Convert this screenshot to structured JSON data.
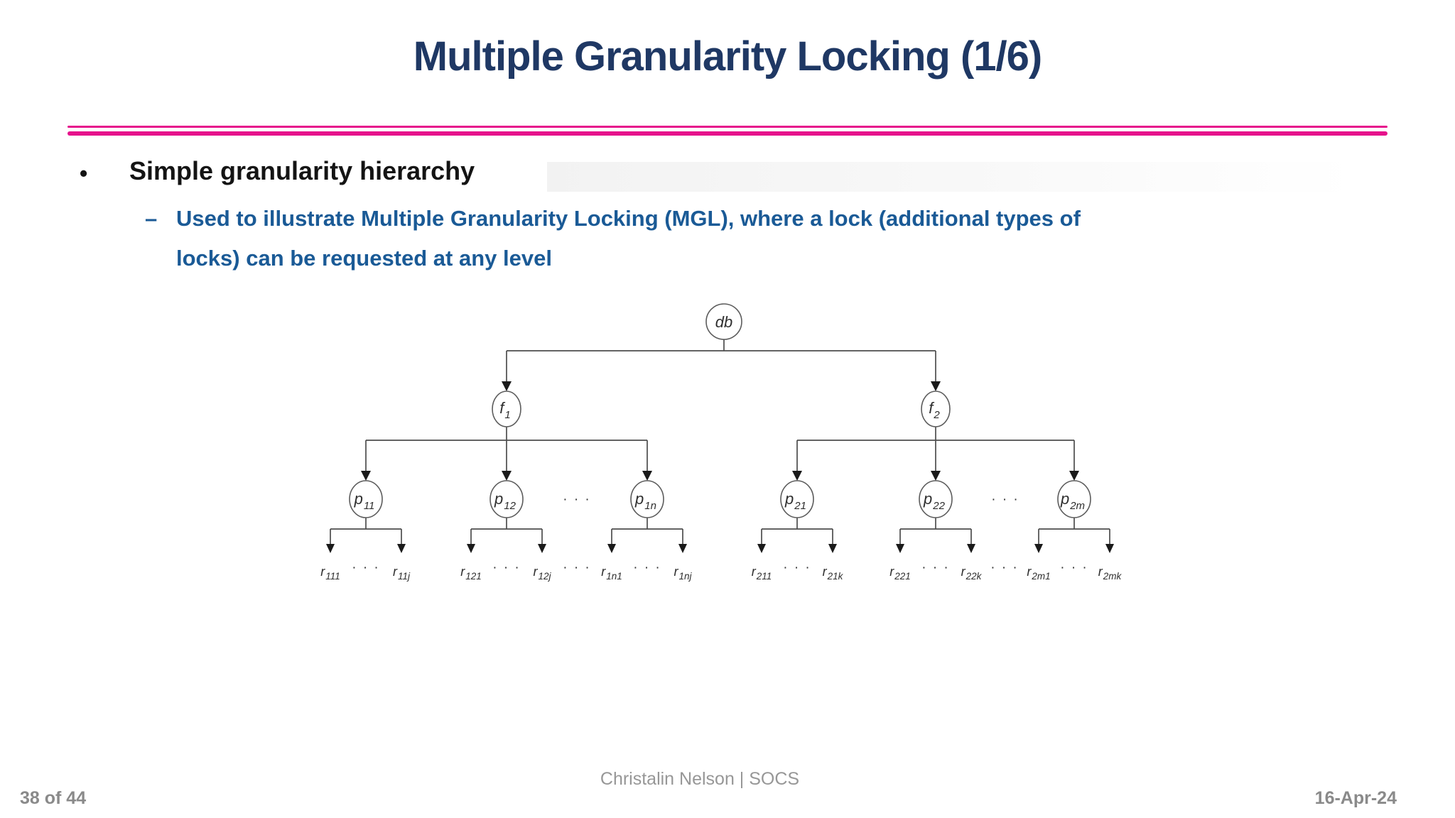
{
  "slide": {
    "title": "Multiple Granularity Locking (1/6)",
    "bullet_marker": "•",
    "bullet": "Simple granularity hierarchy",
    "dash_marker": "–",
    "sub_bullet_lines": [
      "Used to illustrate Multiple Granularity Locking (MGL), where a lock (additional types of",
      "locks) can be requested at any level"
    ]
  },
  "tree": {
    "dots": "· · ·",
    "root": {
      "main": "db",
      "sub": ""
    },
    "files": [
      {
        "main": "f",
        "sub": "1"
      },
      {
        "main": "f",
        "sub": "2"
      }
    ],
    "pages": [
      {
        "main": "p",
        "sub": "11"
      },
      {
        "main": "p",
        "sub": "12"
      },
      {
        "main": "p",
        "sub": "1n"
      },
      {
        "main": "p",
        "sub": "21"
      },
      {
        "main": "p",
        "sub": "22"
      },
      {
        "main": "p",
        "sub": "2m"
      }
    ],
    "records": [
      {
        "main": "r",
        "sub": "111"
      },
      {
        "main": "r",
        "sub": "11j"
      },
      {
        "main": "r",
        "sub": "121"
      },
      {
        "main": "r",
        "sub": "12j"
      },
      {
        "main": "r",
        "sub": "1n1"
      },
      {
        "main": "r",
        "sub": "1nj"
      },
      {
        "main": "r",
        "sub": "211"
      },
      {
        "main": "r",
        "sub": "21k"
      },
      {
        "main": "r",
        "sub": "221"
      },
      {
        "main": "r",
        "sub": "22k"
      },
      {
        "main": "r",
        "sub": "2m1"
      },
      {
        "main": "r",
        "sub": "2mk"
      }
    ]
  },
  "footer": {
    "page_number": "38 of 44",
    "credit": "Christalin Nelson | SOCS",
    "date": "16-Apr-24"
  },
  "colors": {
    "title_text": "#1f3864",
    "accent_rule": "#e6138c",
    "body_text": "#141414",
    "sub_bullet_text": "#1a5a96",
    "footer_text": "#8a8a8a",
    "tree_stroke": "#4d4d4d"
  }
}
